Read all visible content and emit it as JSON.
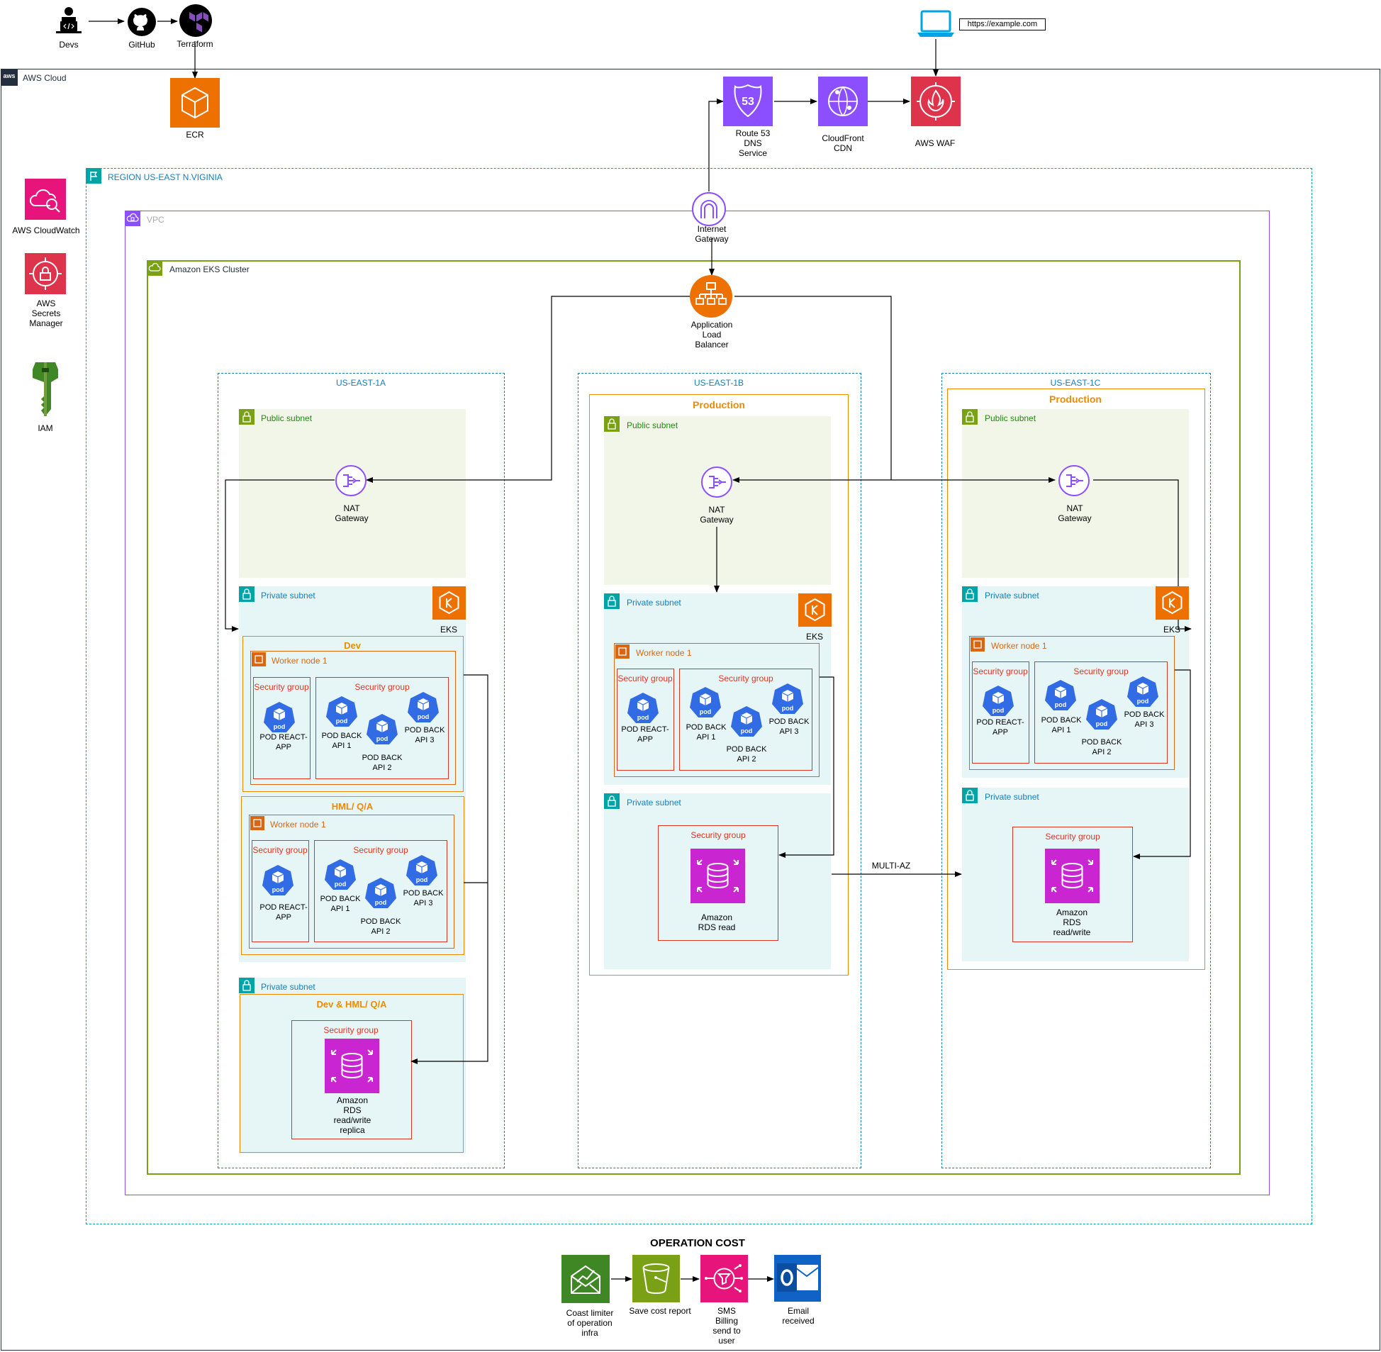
{
  "colors": {
    "cloud": "#232F3E",
    "region": "#00A4A6",
    "vpc": "#8C4FFF",
    "eks_cluster": "#7AA116",
    "az": "#147EBA",
    "env": "#ED8B00",
    "public_subnet_fill": "#F2F6E8",
    "public_subnet_text": "#248814",
    "private_subnet_fill": "#E6F6F7",
    "private_subnet_text": "#147EBA",
    "security_group": "#DD3522",
    "worker_node": "#D86613",
    "compute_orange": "#ED7100",
    "networking_purple": "#8C4FFF",
    "security_red": "#DD344C",
    "management_pink": "#E7157B",
    "database_magenta": "#C925D1",
    "storage_green": "#7AA116",
    "cost_green": "#3F8624",
    "pod_blue": "#326CE5",
    "outlook_blue": "#0F62C6"
  },
  "top": {
    "devs": "Devs",
    "github": "GitHub",
    "terraform": "Terraform",
    "url": "https://example.com"
  },
  "cloud": {
    "label": "AWS Cloud",
    "logo": "aws",
    "ecr": "ECR",
    "route53": "Route 53\nDNS\nService",
    "cloudfront": "CloudFront\nCDN",
    "waf": "AWS WAF",
    "cloudwatch": "AWS CloudWatch",
    "secrets": "AWS\nSecrets\nManager",
    "iam": "IAM"
  },
  "region": {
    "label": "REGION US-EAST N.VIGINIA"
  },
  "vpc": {
    "label": "VPC",
    "internet_gateway": "Internet\nGateway"
  },
  "eks": {
    "label": "Amazon EKS Cluster",
    "alb": "Application\nLoad\nBalancer"
  },
  "common": {
    "public_subnet": "Public subnet",
    "private_subnet": "Private subnet",
    "nat": "NAT\nGateway",
    "eks": "EKS",
    "worker_node": "Worker node 1",
    "security_group": "Security group",
    "pod": "pod",
    "pod_react": "POD REACT-\nAPP",
    "pod_api1": "POD BACK\nAPI 1",
    "pod_api2": "POD BACK\nAPI 2",
    "pod_api3": "POD BACK\nAPI 3"
  },
  "az_a": {
    "label": "US-EAST-1A",
    "env_dev": "Dev",
    "env_hml": "HML/ Q/A",
    "env_db": "Dev & HML/ Q/A",
    "rds": "Amazon\nRDS\nread/write\nreplica"
  },
  "az_b": {
    "label": "US-EAST-1B",
    "env": "Production",
    "rds": "Amazon\nRDS read"
  },
  "az_c": {
    "label": "US-EAST-1C",
    "env": "Production",
    "rds": "Amazon\nRDS\nread/write"
  },
  "multi_az": "MULTI-AZ",
  "cost": {
    "title": "OPERATION COST",
    "budgets": "Coast limiter\nof operation\ninfra",
    "s3": "Save cost report",
    "sns": "SMS\nBilling\nsend to\nuser",
    "email": "Email\nreceived"
  }
}
